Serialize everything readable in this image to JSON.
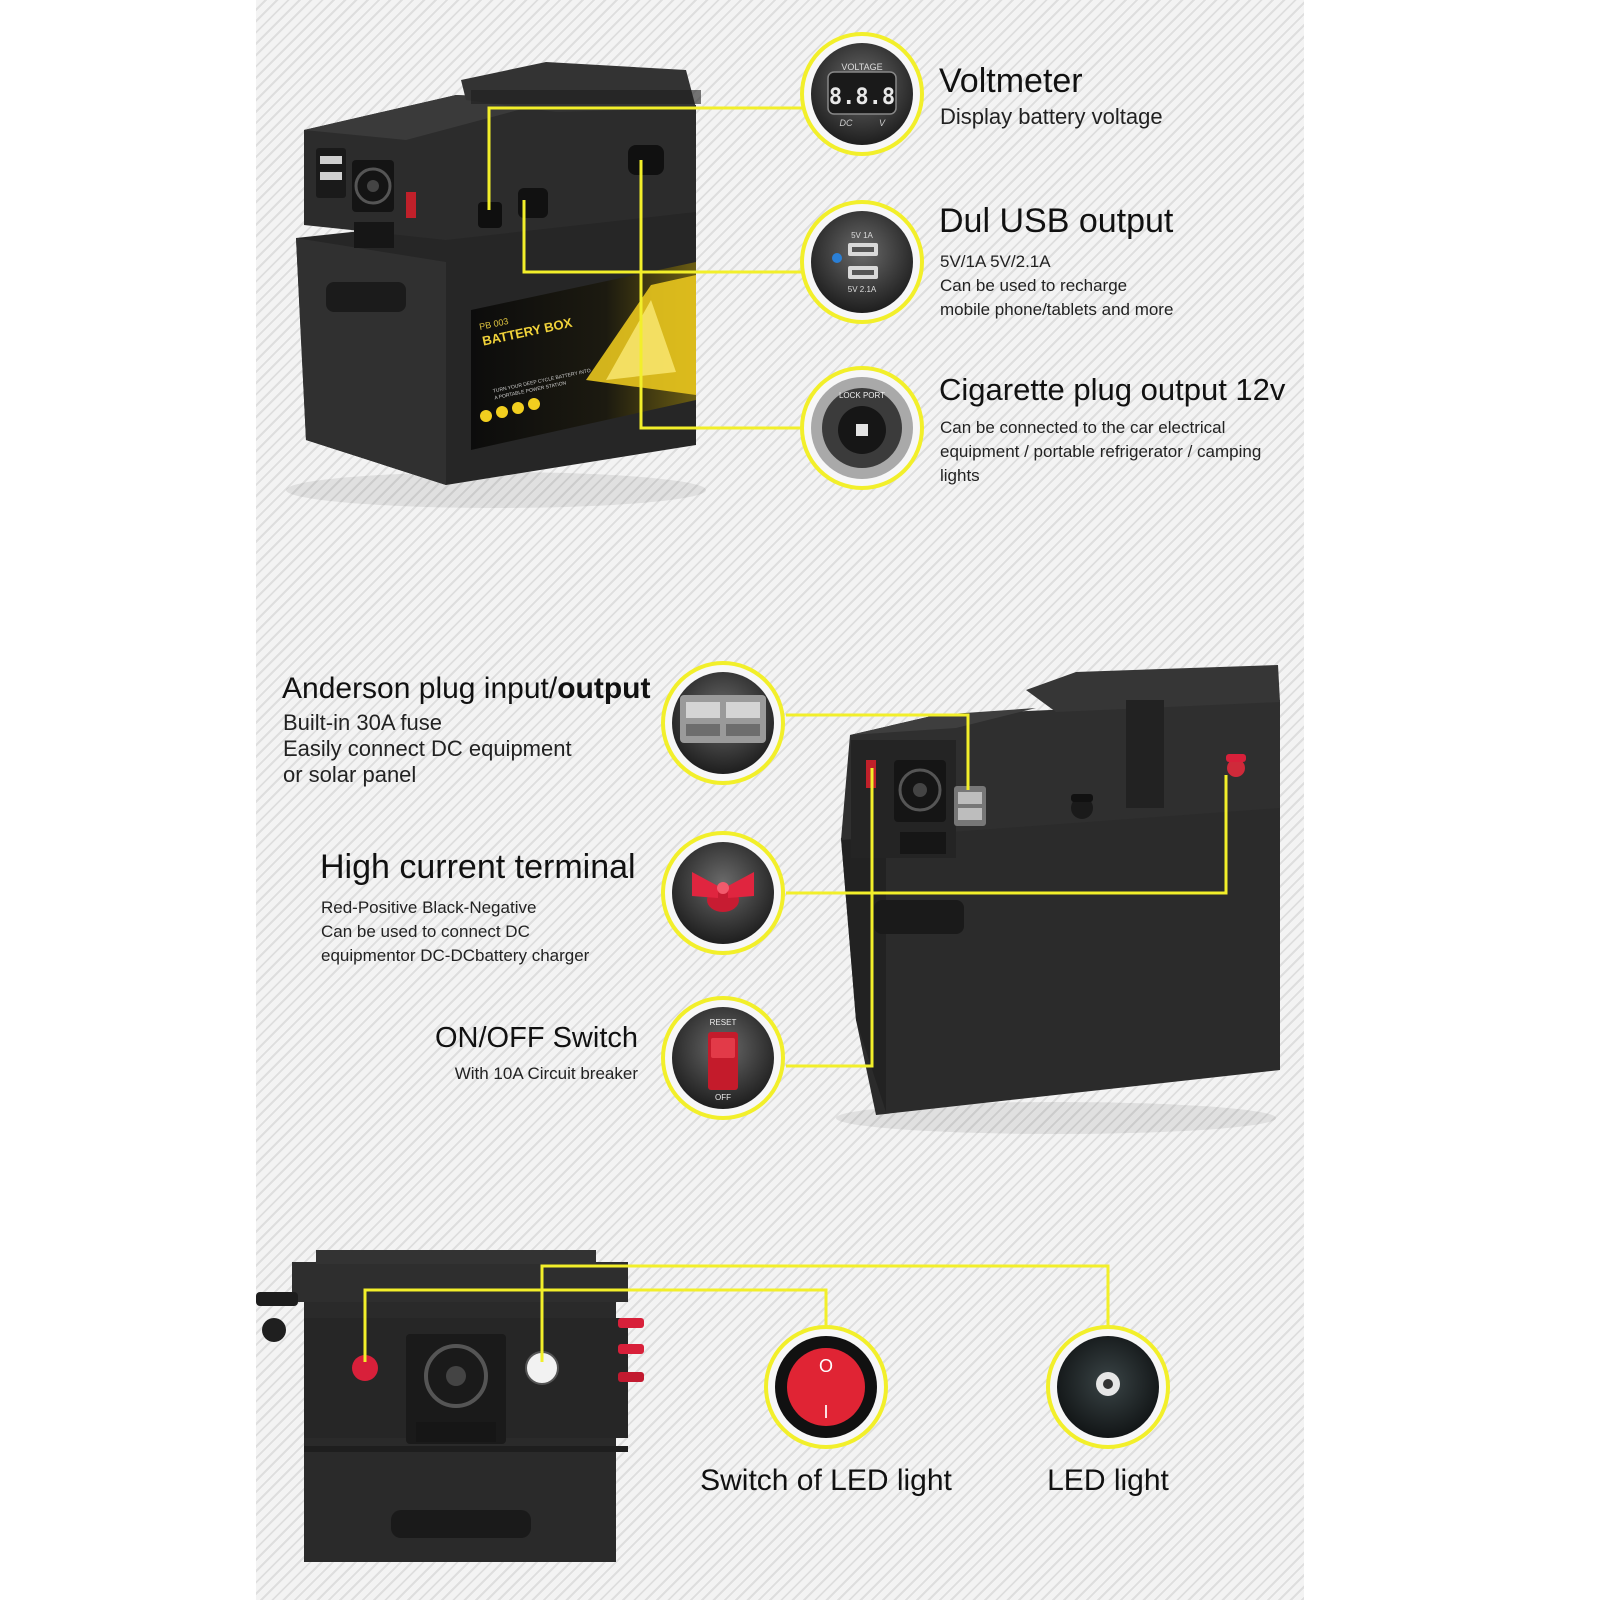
{
  "features": {
    "voltmeter": {
      "title": "Voltmeter",
      "desc": "Display battery voltage",
      "panel_top": "VOLTAGE",
      "panel_digits": "8.8.8",
      "panel_bottom_left": "DC",
      "panel_bottom_right": "V"
    },
    "usb": {
      "title": "Dul USB output",
      "line1": "5V/1A  5V/2.1A",
      "line2": "Can be used to recharge",
      "line3": "mobile phone/tablets and more",
      "port1": "5V  1A",
      "port2": "5V  2.1A"
    },
    "cigarette": {
      "title": "Cigarette plug output 12v",
      "line1": "Can be connected to the car electrical",
      "line2": "equipment / portable refrigerator / camping",
      "line3": "lights",
      "socket_text": "LOCK  PORT"
    },
    "anderson": {
      "title_prefix": "Anderson plug input/",
      "title_bold": "output",
      "line1": "Built-in 30A fuse",
      "line2": "Easily connect DC equipment",
      "line3": "or solar panel"
    },
    "terminal": {
      "title": "High current terminal",
      "line1": "Red-Positive   Black-Negative",
      "line2": "Can be used to connect DC",
      "line3": "equipmentor DC-DCbattery charger"
    },
    "switch": {
      "title": "ON/OFF Switch",
      "desc": "With 10A Circuit breaker",
      "top_label": "RESET",
      "bottom_label": "OFF"
    },
    "led_switch": {
      "label": "Switch of LED light",
      "symbol_on": "I",
      "symbol_off": "O"
    },
    "led": {
      "label": "LED light"
    }
  },
  "product_label": {
    "model": "PB 003",
    "name": "BATTERY BOX",
    "tagline1": "TURN YOUR DEEP CYCLE BATTERY INTO",
    "tagline2": "A PORTABLE POWER STATION"
  },
  "colors": {
    "accent": "#f2ef2a",
    "box": "#2b2b2b",
    "box_dark": "#1c1c1c",
    "terminal_red": "#d8203a"
  }
}
